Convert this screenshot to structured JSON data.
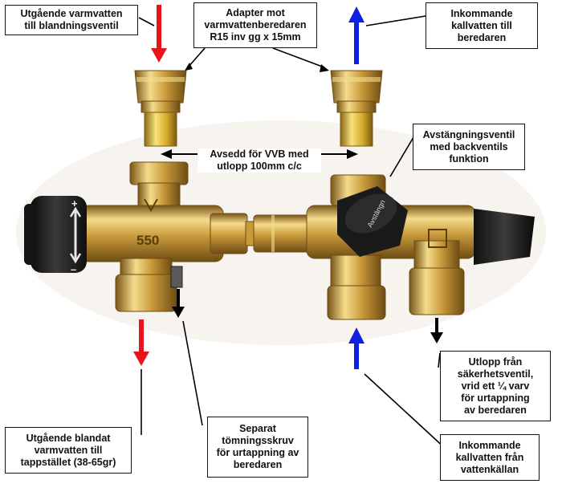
{
  "labels": {
    "hot_out_valve": [
      "Utgående varmvatten",
      "till blandningsventil"
    ],
    "adapter": [
      "Adapter mot",
      "varmvattenberedaren",
      "R15 inv gg x 15mm"
    ],
    "cold_in_heater": [
      "Inkommande",
      "kallvatten till",
      "beredaren"
    ],
    "vvb_note": [
      "Avsedd för VVB med",
      "utlopp 100mm c/c"
    ],
    "shutoff": [
      "Avstängningsventil",
      "med backventils",
      "funktion"
    ],
    "safety_outlet": [
      "Utlopp från",
      "säkerhetsventil,",
      "vrid ett ¼ varv",
      "för urtappning",
      "av beredaren"
    ],
    "mixed_out": [
      "Utgående blandat",
      "varmvatten till",
      "tappstället (38-65gr)"
    ],
    "drain_screw": [
      "Separat",
      "tömningsskruv",
      "för urtappning av",
      "beredaren"
    ],
    "cold_in_source": [
      "Inkommande",
      "kallvatten från",
      "vattenkällan"
    ]
  },
  "valve_markings": {
    "model_number": "550",
    "knob_plus": "+",
    "knob_minus": "–",
    "shutoff_cap_text": "Avstängn"
  },
  "colors": {
    "hot_arrow": "#e8141b",
    "cold_arrow": "#1020e0",
    "drain_arrow": "#000000",
    "brass_light": "#f0d27a",
    "brass_mid": "#c99a3a",
    "brass_dark": "#7a5518",
    "knob": "#1e1e1e"
  }
}
